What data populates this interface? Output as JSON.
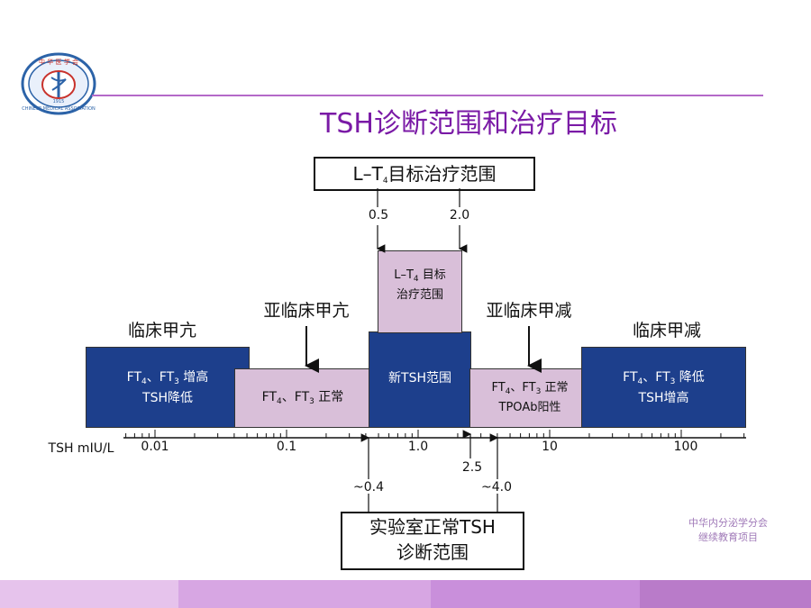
{
  "header": {
    "title": "TSH诊断范围和治疗目标"
  },
  "logo": {
    "arc_text": "中 华 医 学 会",
    "side_text": "CHINESE MEDICAL ASSOCIATION",
    "year": "1915"
  },
  "target_box": {
    "label_pre": "L–T",
    "label_sub": "4",
    "label_post": "目标治疗范围",
    "low": "0.5",
    "high": "2.0"
  },
  "axis": {
    "label": "TSH mIU/L",
    "ticks": [
      "0.01",
      "0.1",
      "1.0",
      "10",
      "100"
    ],
    "marker_25": "2.5"
  },
  "zones": {
    "clinical_hyper": {
      "title": "临床甲亢",
      "line1_a": "FT",
      "line1_b": "4",
      "line1_c": "、FT",
      "line1_d": "3",
      "line1_e": " 增高",
      "line2": "TSH降低"
    },
    "sub_hyper": {
      "title": "亚临床甲亢",
      "line1_a": "FT",
      "line1_b": "4",
      "line1_c": "、FT",
      "line1_d": "3",
      "line1_e": " 正常"
    },
    "new_range": {
      "line1": "新TSH范围"
    },
    "target_inner": {
      "line1_a": "L–T",
      "line1_b": "4",
      "line1_c": " 目标",
      "line2": "治疗范围"
    },
    "sub_hypo": {
      "title": "亚临床甲减",
      "line1_a": "FT",
      "line1_b": "4",
      "line1_c": "、FT",
      "line1_d": "3",
      "line1_e": " 正常",
      "line2": "TPOAb阳性"
    },
    "clinical_hypo": {
      "title": "临床甲减",
      "line1_a": "FT",
      "line1_b": "4",
      "line1_c": "、FT",
      "line1_d": "3",
      "line1_e": " 降低",
      "line2": "TSH增高"
    }
  },
  "lab_range": {
    "low": "~0.4",
    "high": "~4.0",
    "line1": "实验室正常TSH",
    "line2": "诊断范围"
  },
  "watermark": {
    "line1": "中华内分泌学分会",
    "line2": "继续教育项目"
  },
  "colors": {
    "blue": "#1d3f8c",
    "lilac": "#d9bfd9",
    "title": "#7a1aa6"
  }
}
